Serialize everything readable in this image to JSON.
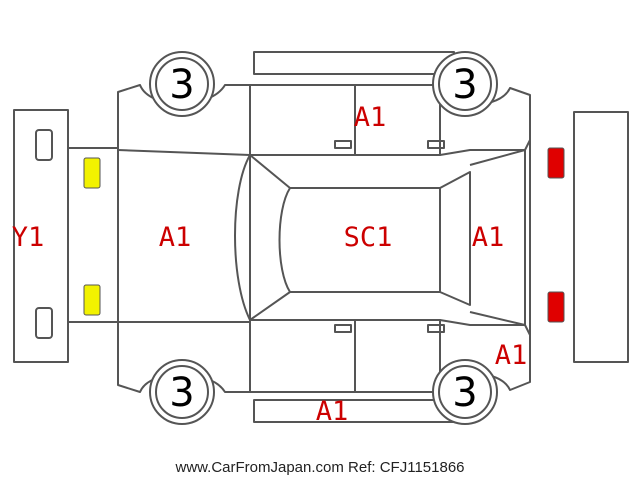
{
  "labels": {
    "rear_bumper": "Y1",
    "rear_section": "A1",
    "roof": "SC1",
    "front_section": "A1",
    "right_doors": "A1",
    "left_rocker": "A1",
    "front_fender": "A1"
  },
  "tires": {
    "top_left": "3",
    "top_right": "3",
    "bottom_left": "3",
    "bottom_right": "3"
  },
  "watermark": "www.CarFromJapan.com Ref: CFJ1151866",
  "colors": {
    "code_text": "#cc0000",
    "rear_lamp": "#f2f200",
    "front_lamp": "#e00000",
    "outline": "#555555"
  }
}
